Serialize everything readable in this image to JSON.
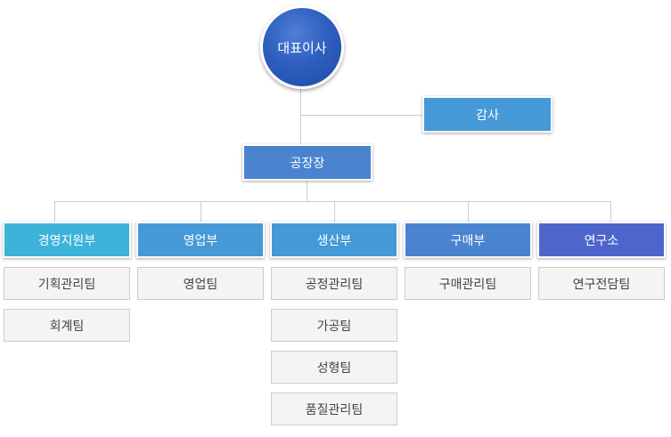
{
  "ceo": "대표이사",
  "audit": "감사",
  "plant_manager": "공장장",
  "departments": [
    {
      "name": "경영지원부",
      "color": "#3db3da",
      "teams": [
        "기획관리팀",
        "회계팀"
      ]
    },
    {
      "name": "영업부",
      "color": "#4599d6",
      "teams": [
        "영업팀"
      ]
    },
    {
      "name": "생산부",
      "color": "#4599d6",
      "teams": [
        "공정관리팀",
        "가공팀",
        "성형팀",
        "품질관리팀"
      ]
    },
    {
      "name": "구매부",
      "color": "#4a84cf",
      "teams": [
        "구매관리팀"
      ]
    },
    {
      "name": "연구소",
      "color": "#4e66cb",
      "teams": [
        "연구전담팀"
      ]
    }
  ],
  "colors": {
    "ceo": "#2f5fbf",
    "audit": "#4599d6",
    "plant_manager": "#4a84cf",
    "connector": "#cccccc"
  }
}
